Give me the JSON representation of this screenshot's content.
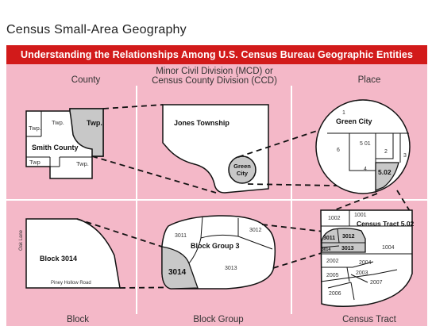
{
  "title": "Census Small-Area Geography",
  "banner": "Understanding the Relationships Among U.S. Census Bureau Geographic Entities",
  "columns_top": {
    "county": "County",
    "mcd_line1": "Minor Civil Division (MCD) or",
    "mcd_line2": "Census County Division (CCD)",
    "place": "Place"
  },
  "columns_bottom": {
    "block": "Block",
    "block_group": "Block Group",
    "census_tract": "Census Tract"
  },
  "colors": {
    "banner_red": "#d21a1a",
    "panel_pink": "#f4b8c8",
    "highlight_gray": "#c8c8c8",
    "line_dark": "#111111"
  },
  "county_panel": {
    "twp_top_left": "Twp.",
    "twp_left": "Twp.",
    "twp_highlight": "Twp.",
    "county_name": "Smith County",
    "twp_bottom_left": "Twp",
    "twp_bottom": "Twp."
  },
  "mcd_panel": {
    "township": "Jones Township",
    "city_line1": "Green",
    "city_line2": "City"
  },
  "place_panel": {
    "city": "Green City",
    "t1": "1",
    "t6": "6",
    "t501": "5 01",
    "t2": "2",
    "t3": "3",
    "t4": "4",
    "t502": "5.02"
  },
  "block_panel": {
    "road_left": "Oak Lane",
    "block_name": "Block 3014",
    "road_bottom": "Piney Hollow Road"
  },
  "bg_panel": {
    "b3011": "3011",
    "b3012": "3012",
    "name": "Block Group 3",
    "b3014": "3014",
    "b3013": "3013"
  },
  "tract_panel": {
    "t1002": "1002",
    "t1001": "1001",
    "name": "Census Tract 5.02",
    "t3011": "3011",
    "t3012": "3012",
    "t3014": "3014",
    "t3013": "3013",
    "t1004": "1004",
    "t2002": "2002",
    "t2004": "2004",
    "t2005": "2005",
    "t2003": "2003",
    "t2007": "2007",
    "t2006": "2006"
  }
}
